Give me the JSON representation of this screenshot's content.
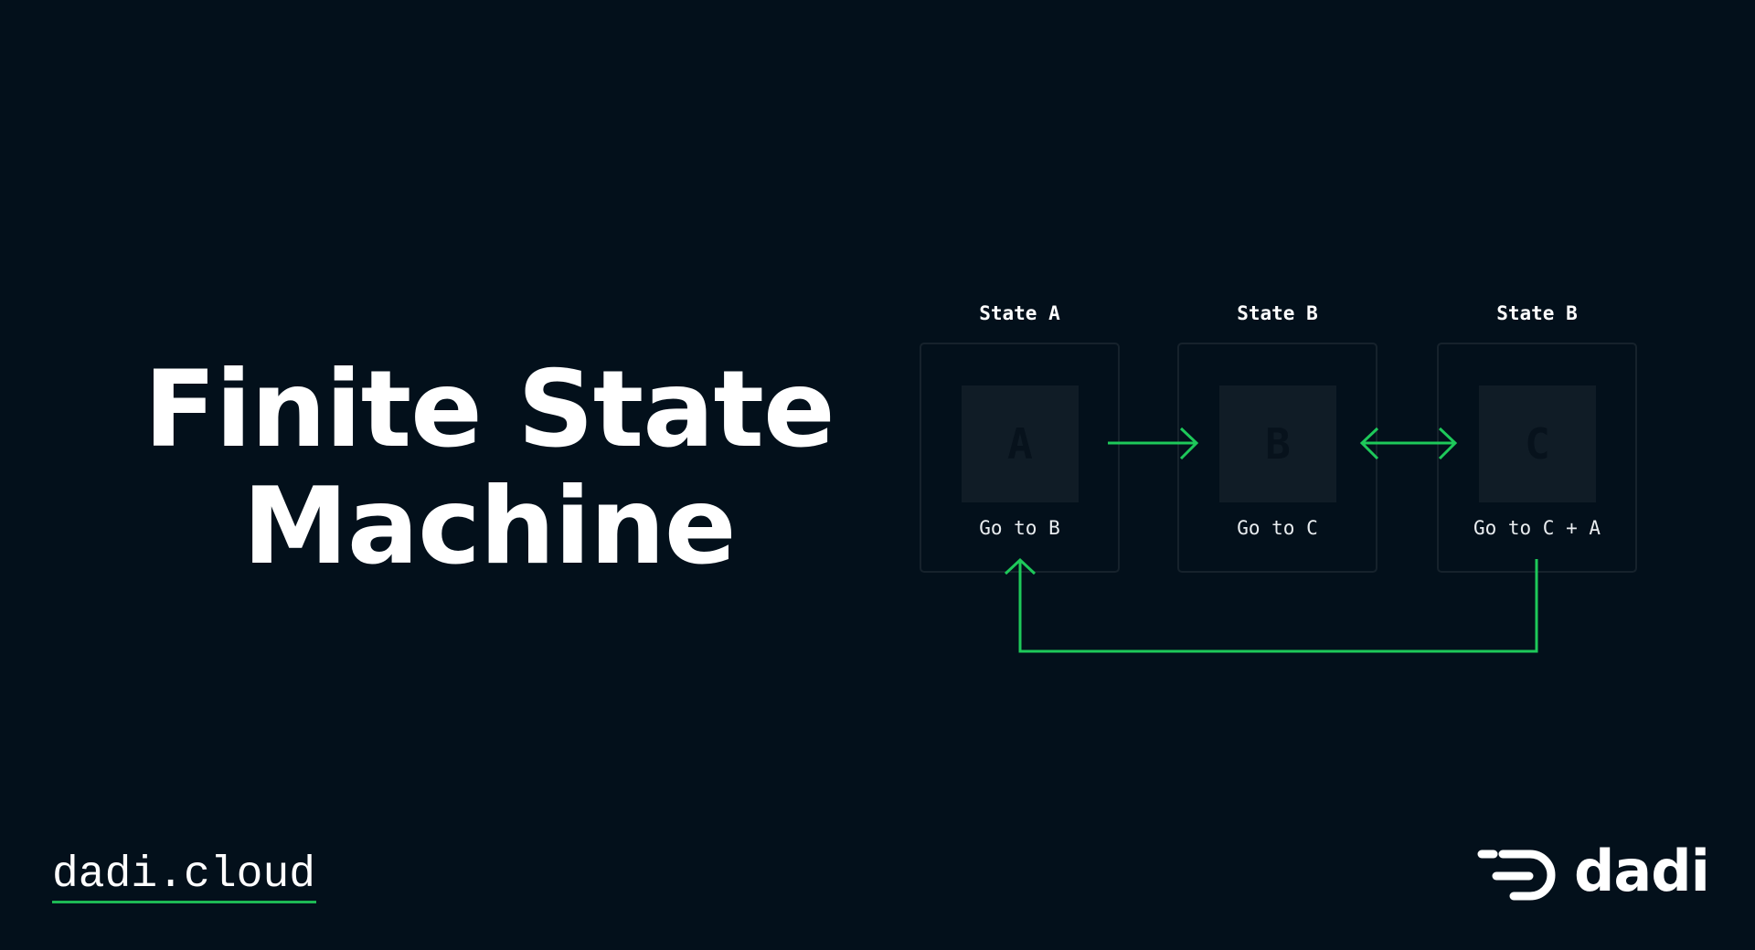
{
  "title": {
    "line1": "Finite State",
    "line2": "Machine"
  },
  "diagram": {
    "states": [
      {
        "title": "State A",
        "letter": "A",
        "action": "Go to B"
      },
      {
        "title": "State B",
        "letter": "B",
        "action": "Go to C"
      },
      {
        "title": "State B",
        "letter": "C",
        "action": "Go to C + A"
      }
    ],
    "transitions": [
      {
        "from": "A",
        "to": "B",
        "type": "one-way"
      },
      {
        "from": "B",
        "to": "C",
        "type": "two-way"
      },
      {
        "from": "C",
        "to": "A",
        "type": "one-way",
        "route": "below"
      }
    ],
    "arrow_color": "#1ec95a"
  },
  "footer": {
    "site_link": "dadi.cloud",
    "underline_color": "#1db954",
    "logo_text": "dadi",
    "logo_icon": "dadi-d-logo-icon"
  },
  "colors": {
    "background": "#03101b",
    "box_border": "#16222c",
    "inner_square": "#101c26",
    "text": "#ffffff"
  }
}
